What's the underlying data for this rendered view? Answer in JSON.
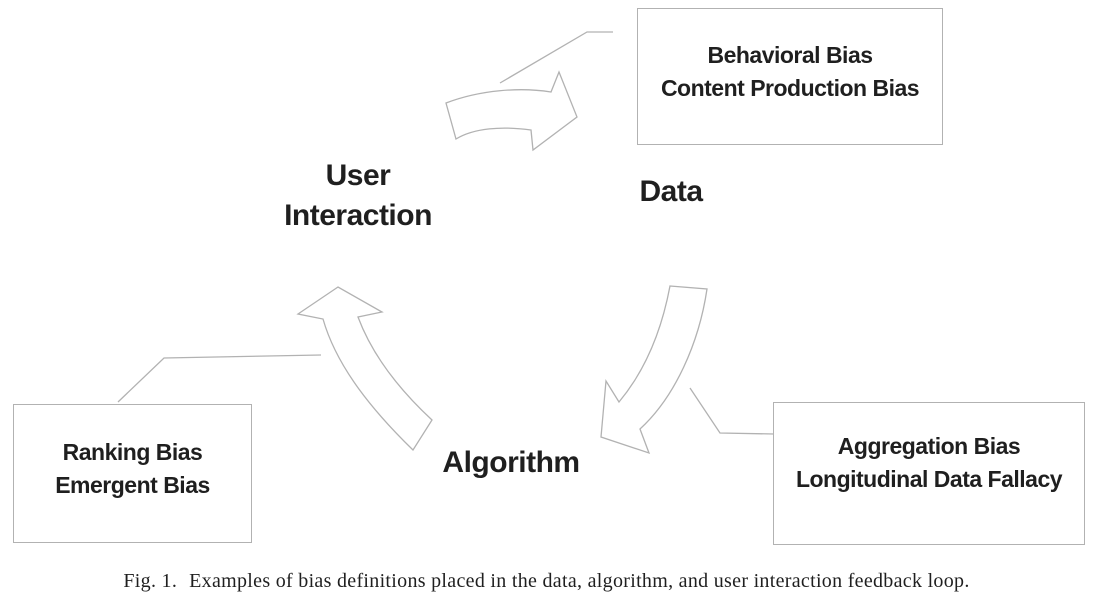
{
  "colors": {
    "background": "#ffffff",
    "line_gray": "#b2b2b2",
    "text_black": "#1f1f1f"
  },
  "diagram": {
    "nodes": {
      "user_interaction": {
        "label": "User\nInteraction"
      },
      "data": {
        "label": "Data"
      },
      "algorithm": {
        "label": "Algorithm"
      }
    },
    "bias_boxes": {
      "data_biases": {
        "label": "Behavioral Bias\nContent Production Bias"
      },
      "algorithm_biases": {
        "label": "Aggregation Bias\nLongitudinal Data Fallacy"
      },
      "user_interaction_biases": {
        "label": "Ranking Bias\nEmergent Bias"
      }
    },
    "arrows": [
      {
        "name": "user-interaction-to-data"
      },
      {
        "name": "data-to-algorithm"
      },
      {
        "name": "algorithm-to-user-interaction"
      }
    ]
  },
  "caption": {
    "label": "Fig. 1.",
    "text": "Examples of bias definitions placed in the data, algorithm, and user interaction feedback loop."
  }
}
